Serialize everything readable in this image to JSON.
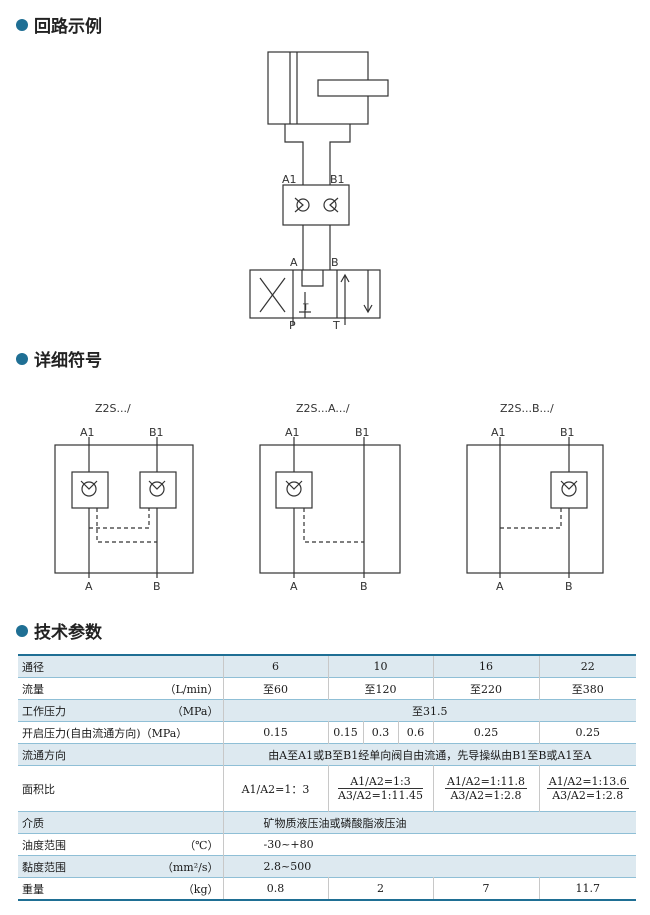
{
  "sections": {
    "circuit": "回路示例",
    "symbols": "详细符号",
    "params": "技术参数"
  },
  "circuit": {
    "a1": "A1",
    "b1": "B1",
    "a": "A",
    "b": "B",
    "p": "P",
    "t": "T",
    "t2": "T"
  },
  "symbols": [
    {
      "title": "Z2S.../",
      "a1": "A1",
      "b1": "B1",
      "a": "A",
      "b": "B"
    },
    {
      "title": "Z2S...A.../",
      "a1": "A1",
      "b1": "B1",
      "a": "A",
      "b": "B"
    },
    {
      "title": "Z2S...B.../",
      "a1": "A1",
      "b1": "B1",
      "a": "A",
      "b": "B"
    }
  ],
  "table": {
    "row_diameter": {
      "label": "通径",
      "values": [
        "6",
        "10",
        "16",
        "22"
      ]
    },
    "row_flow": {
      "label": "流量",
      "unit": "（L/min）",
      "values": [
        "至60",
        "至120",
        "至220",
        "至380"
      ]
    },
    "row_pressure": {
      "label": "工作压力",
      "unit": "（MPa）",
      "value": "至31.5"
    },
    "row_crack": {
      "label": "开启压力(自由流通方向)（MPa）",
      "v6": "0.15",
      "v10a": "0.15",
      "v10b": "0.3",
      "v10c": "0.6",
      "v16": "0.25",
      "v22": "0.25"
    },
    "row_direction": {
      "label": "流通方向",
      "value": "由A至A1或B至B1经单向阀自由流通，先导操纵由B1至B或A1至A"
    },
    "row_area": {
      "label": "面积比",
      "v6": "A1/A2=1：3",
      "v10n": "A1/A2=1:3",
      "v10d": "A3/A2=1:11.45",
      "v16n": "A1/A2=1:11.8",
      "v16d": "A3/A2=1:2.8",
      "v22n": "A1/A2=1:13.6",
      "v22d": "A3/A2=1:2.8"
    },
    "row_medium": {
      "label": "介质",
      "value": "矿物质液压油或磷酸脂液压油"
    },
    "row_temp": {
      "label": "油度范围",
      "unit": "（℃）",
      "value": "-30~+80"
    },
    "row_visc": {
      "label": "黏度范围",
      "unit": "（mm²/s）",
      "value": "2.8~500"
    },
    "row_weight": {
      "label": "重量",
      "unit": "（kg）",
      "values": [
        "0.8",
        "2",
        "7",
        "11.7"
      ]
    }
  },
  "colors": {
    "accent": "#1f6f94",
    "row_shade": "#dde9f0",
    "rule": "#8fbfd6"
  }
}
